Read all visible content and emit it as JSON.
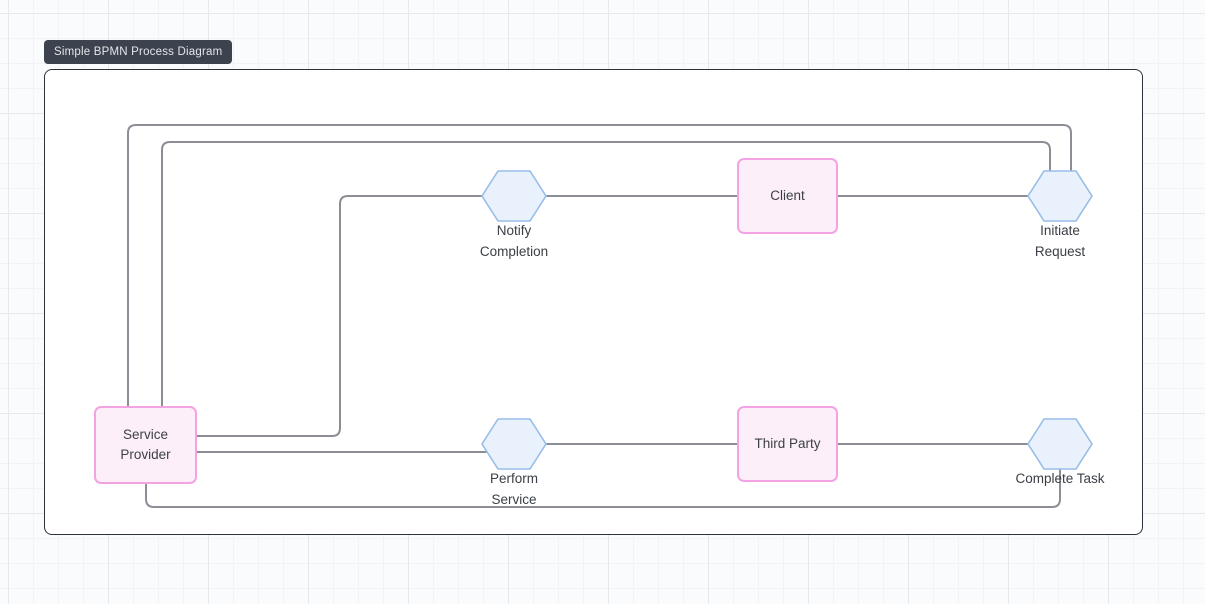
{
  "title_badge": {
    "label": "Simple BPMN Process Diagram"
  },
  "diagram": {
    "participants": [
      {
        "label": "Client"
      },
      {
        "label": "Service Provider"
      },
      {
        "label": "Third Party"
      }
    ],
    "tasks": [
      {
        "label": "Notify Completion"
      },
      {
        "label": "Initiate Request"
      },
      {
        "label": "Perform Service"
      },
      {
        "label": "Complete Task"
      }
    ],
    "connectors": [
      {
        "from": "Initiate Request",
        "to": "Service Provider",
        "route": "top-outer"
      },
      {
        "from": "Initiate Request",
        "to": "Service Provider",
        "route": "top-inner"
      },
      {
        "from": "Service Provider",
        "to": "Notify Completion",
        "route": "mid-left"
      },
      {
        "from": "Notify Completion",
        "to": "Client",
        "route": "straight"
      },
      {
        "from": "Client",
        "to": "Initiate Request",
        "route": "straight"
      },
      {
        "from": "Service Provider",
        "to": "Perform Service",
        "route": "straight"
      },
      {
        "from": "Perform Service",
        "to": "Third Party",
        "route": "straight"
      },
      {
        "from": "Third Party",
        "to": "Complete Task",
        "route": "straight"
      },
      {
        "from": "Complete Task",
        "to": "Service Provider",
        "route": "bottom-loop"
      }
    ]
  },
  "colors": {
    "task_fill": "#e9f1fc",
    "task_border": "#97bde8",
    "participant_fill": "#fdeffa",
    "participant_border": "#f1a4e1",
    "connector": "#8b8f95",
    "frame_border": "#2c313a",
    "badge_bg": "#3c434e",
    "badge_text": "#e3e6ea",
    "label_text": "#3b4046"
  }
}
